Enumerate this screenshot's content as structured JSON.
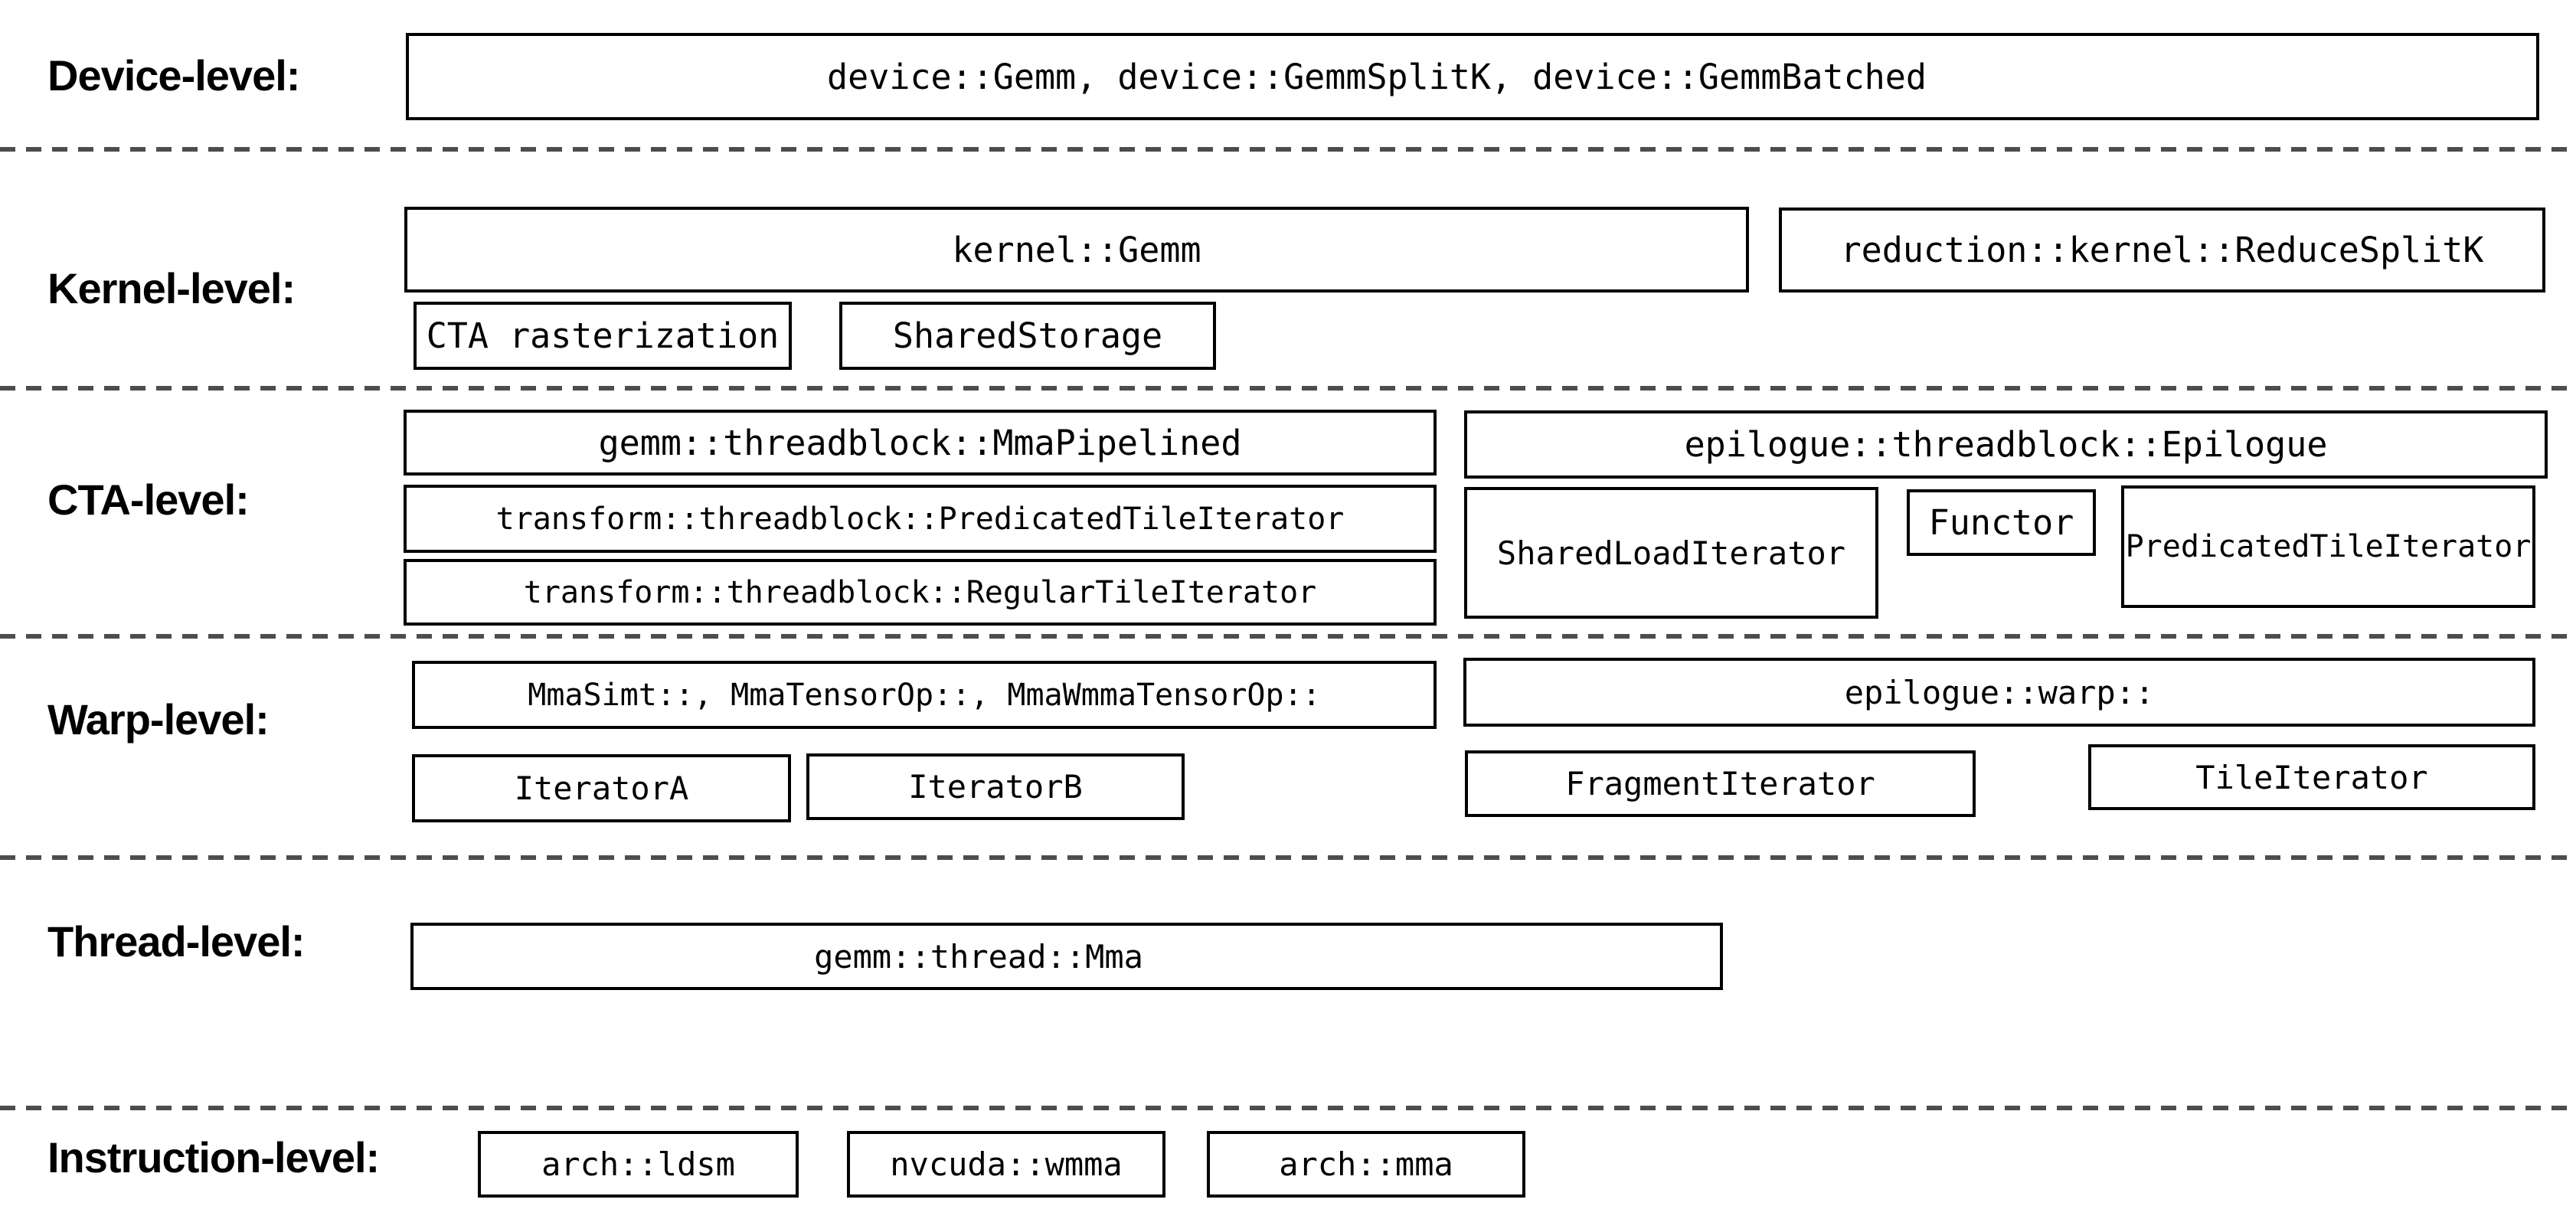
{
  "levels": {
    "device": {
      "label": "Device-level:",
      "apis": "device::Gemm, device::GemmSplitK, device::GemmBatched"
    },
    "kernel": {
      "label": "Kernel-level:",
      "gemm_kernel": "kernel::Gemm",
      "reduce_splitk": "reduction::kernel::ReduceSplitK",
      "cta_rasterization": "CTA rasterization",
      "shared_storage": "SharedStorage"
    },
    "cta": {
      "label": "CTA-level:",
      "mma_pipelined": "gemm::threadblock::MmaPipelined",
      "predicated_tile_iterator": "transform::threadblock::PredicatedTileIterator",
      "regular_tile_iterator": "transform::threadblock::RegularTileIterator",
      "epilogue": "epilogue::threadblock::Epilogue",
      "shared_load_iterator": "SharedLoadIterator",
      "functor": "Functor",
      "epilogue_predicated_tile_iterator": "PredicatedTileIterator"
    },
    "warp": {
      "label": "Warp-level:",
      "mma_ops": "MmaSimt::, MmaTensorOp::, MmaWmmaTensorOp::",
      "iterator_a": "IteratorA",
      "iterator_b": "IteratorB",
      "epilogue_warp": "epilogue::warp::",
      "fragment_iterator": "FragmentIterator",
      "tile_iterator": "TileIterator"
    },
    "thread": {
      "label": "Thread-level:",
      "mma": "gemm::thread::Mma"
    },
    "instruction": {
      "label": "Instruction-level:",
      "arch_ldsm": "arch::ldsm",
      "nvcuda_wmma": "nvcuda::wmma",
      "arch_mma": "arch::mma"
    }
  },
  "colors": {
    "background": "#ffffff",
    "box_border": "#000000",
    "text": "#000000",
    "separator": "#4d4d4d"
  }
}
